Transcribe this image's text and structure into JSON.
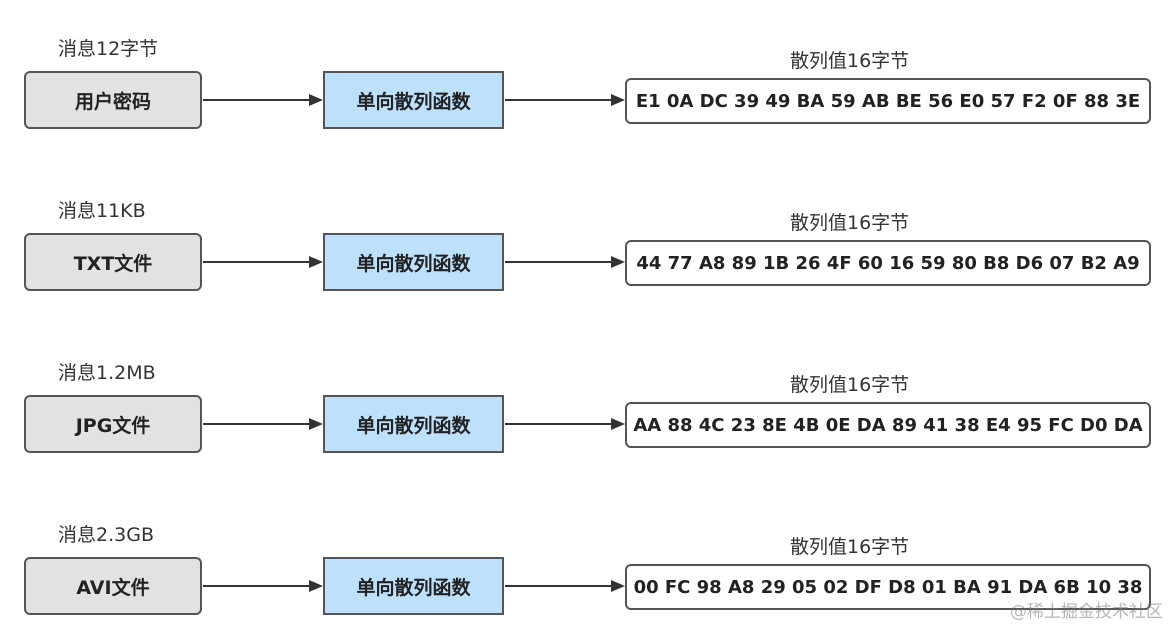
{
  "rows": [
    {
      "message_label": "消息12字节",
      "input": "用户密码",
      "function": "单向散列函数",
      "hash_label": "散列值16字节",
      "hash": "E1 0A DC 39 49 BA 59 AB BE 56 E0 57 F2 0F 88 3E"
    },
    {
      "message_label": "消息11KB",
      "input": "TXT文件",
      "function": "单向散列函数",
      "hash_label": "散列值16字节",
      "hash": "44 77 A8 89 1B 26 4F 60 16 59 80 B8 D6 07 B2 A9"
    },
    {
      "message_label": "消息1.2MB",
      "input": "JPG文件",
      "function": "单向散列函数",
      "hash_label": "散列值16字节",
      "hash": "AA 88 4C 23 8E 4B 0E DA 89 41 38 E4 95 FC D0 DA"
    },
    {
      "message_label": "消息2.3GB",
      "input": "AVI文件",
      "function": "单向散列函数",
      "hash_label": "散列值16字节",
      "hash": "00 FC 98 A8 29 05 02 DF D8 01 BA 91 DA 6B 10 38"
    }
  ],
  "watermark": "@稀土掘金技术社区",
  "colors": {
    "input_fill": "#e2e2e2",
    "function_fill": "#bde0fc",
    "hash_fill": "#ffffff",
    "stroke": "#555555"
  }
}
